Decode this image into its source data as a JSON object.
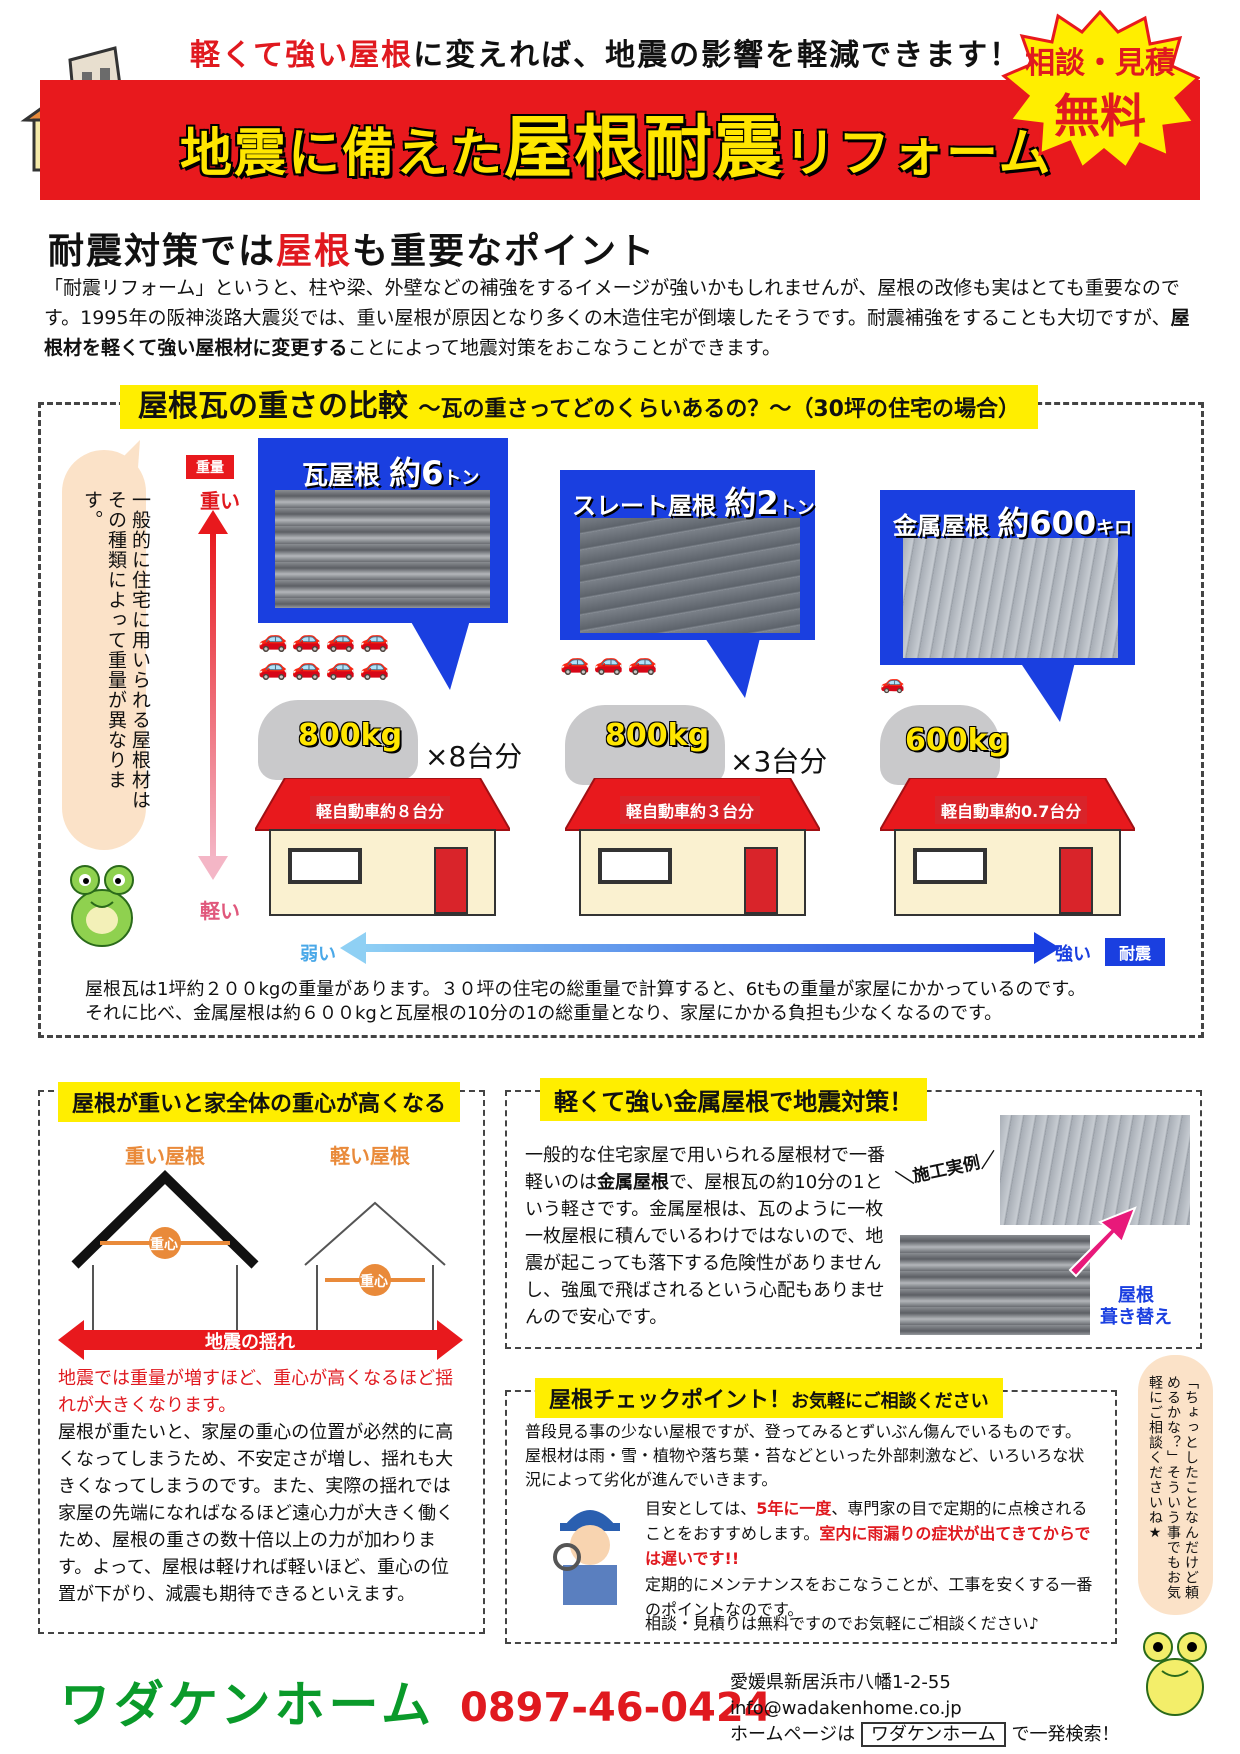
{
  "header": {
    "tagline_red": "軽くて強い屋根",
    "tagline_rest": "に変えれば、地震の影響を軽減できます！",
    "title_a": "地震に備えた",
    "title_b": "屋根耐震",
    "title_c": "リフォーム",
    "badge_line1": "相談・見積",
    "badge_line2": "無料"
  },
  "intro": {
    "heading_a": "耐震対策では",
    "heading_red": "屋根",
    "heading_b": "も重要なポイント",
    "para1": "「耐震リフォーム」というと、柱や梁、外壁などの補強をするイメージが強いかもしれませんが、屋根の改修も実はとても重要なのです。1995年の阪神淡路大震災では、重い屋根が原因となり多くの木造住宅が倒壊したそうです。耐震補強をすることも大切ですが、",
    "para_bold": "屋根材を軽くて強い屋根材に変更する",
    "para2": "ことによって地震対策をおこなうことができます。"
  },
  "comparison": {
    "title": "屋根瓦の重さの比較",
    "subtitle": "～瓦の重さってどのくらいあるの？～（30坪の住宅の場合）",
    "side_note": "一般的に住宅に用いられる屋根材はその種類によって重量が異なります。",
    "weight_tag": "重量",
    "heavy": "重い",
    "light": "軽い",
    "roofs": [
      {
        "name": "瓦屋根",
        "weight": "約6",
        "unit": "トン",
        "car_kg": "800kg",
        "multiplier": "×8台分",
        "house_label": "軽自動車約８台分"
      },
      {
        "name": "スレート屋根",
        "weight": "約2",
        "unit": "トン",
        "car_kg": "800kg",
        "multiplier": "×3台分",
        "house_label": "軽自動車約３台分"
      },
      {
        "name": "金属屋根",
        "weight": "約600",
        "unit": "キロ",
        "car_kg": "600kg",
        "multiplier": "",
        "house_label": "軽自動車約0.7台分"
      }
    ],
    "weak": "弱い",
    "strong": "強い",
    "resistance_tag": "耐震",
    "note1": "屋根瓦は1坪約２００kgの重量があります。３０坪の住宅の総重量で計算すると、6tもの重量が家屋にかかっているのです。",
    "note2": "それに比べ、金属屋根は約６００kgと瓦屋根の10分の1の総重量となり、家屋にかかる負担も少なくなるのです。"
  },
  "gravity": {
    "title": "屋根が重いと家全体の重心が高くなる",
    "heavy_roof": "重い屋根",
    "light_roof": "軽い屋根",
    "center": "重心",
    "quake": "地震の揺れ",
    "red_text": "地震では重量が増すほど、重心が高くなるほど揺れが大きくなります。",
    "body": "屋根が重たいと、家屋の重心の位置が必然的に高くなってしまうため、不安定さが増し、揺れも大きくなってしまうのです。また、実際の揺れでは家屋の先端になればなるほど遠心力が大きく働くため、屋根の重さの数十倍以上の力が加わります。よって、屋根は軽ければ軽いほど、重心の位置が下がり、減震も期待できるといえます。"
  },
  "metal": {
    "title": "軽くて強い金属屋根で地震対策！",
    "body_a": "一般的な住宅家屋で用いられる屋根材で一番軽いのは",
    "body_bold": "金属屋根",
    "body_b": "で、屋根瓦の約10分の1という軽さです。金属屋根は、瓦のように一枚一枚屋根に積んでいるわけではないので、地震が起こっても落下する危険性がありませんし、強風で飛ばされるという心配もありませんので安心です。",
    "example_label": "＼施工実例／",
    "replace_label1": "屋根",
    "replace_label2": "葺き替え"
  },
  "check": {
    "title_a": "屋根チェックポイント！",
    "title_b": "お気軽にご相談ください",
    "body1": "普段見る事の少ない屋根ですが、登ってみるとずいぶん傷んでいるものです。屋根材は雨・雪・植物や落ち葉・苔などといった外部刺激など、いろいろな状況によって劣化が進んでいきます。",
    "body2_a": "目安としては、",
    "body2_red": "5年に一度",
    "body2_b": "、専門家の目で定期的に点検されることをおすすめします。",
    "body2_red2": "室内に雨漏りの症状が出てきてからでは遅いです!!",
    "body3": "定期的にメンテナンスをおこなうことが、工事を安くする一番のポイントなのです。",
    "body4": "相談・見積りは無料ですのでお気軽にご相談ください♪",
    "side_bubble": "「ちょっとしたことなんだけど頼めるかな？」そういう事でもお気軽にご相談くださいね★"
  },
  "footer": {
    "company": "ワダケンホーム",
    "phone": "0897-46-0424",
    "address": "愛媛県新居浜市八幡1-2-55",
    "email": "info@wadakenhome.co.jp",
    "hp_a": "ホームページは",
    "hp_box": "ワダケンホーム",
    "hp_b": "で一発検索！"
  }
}
